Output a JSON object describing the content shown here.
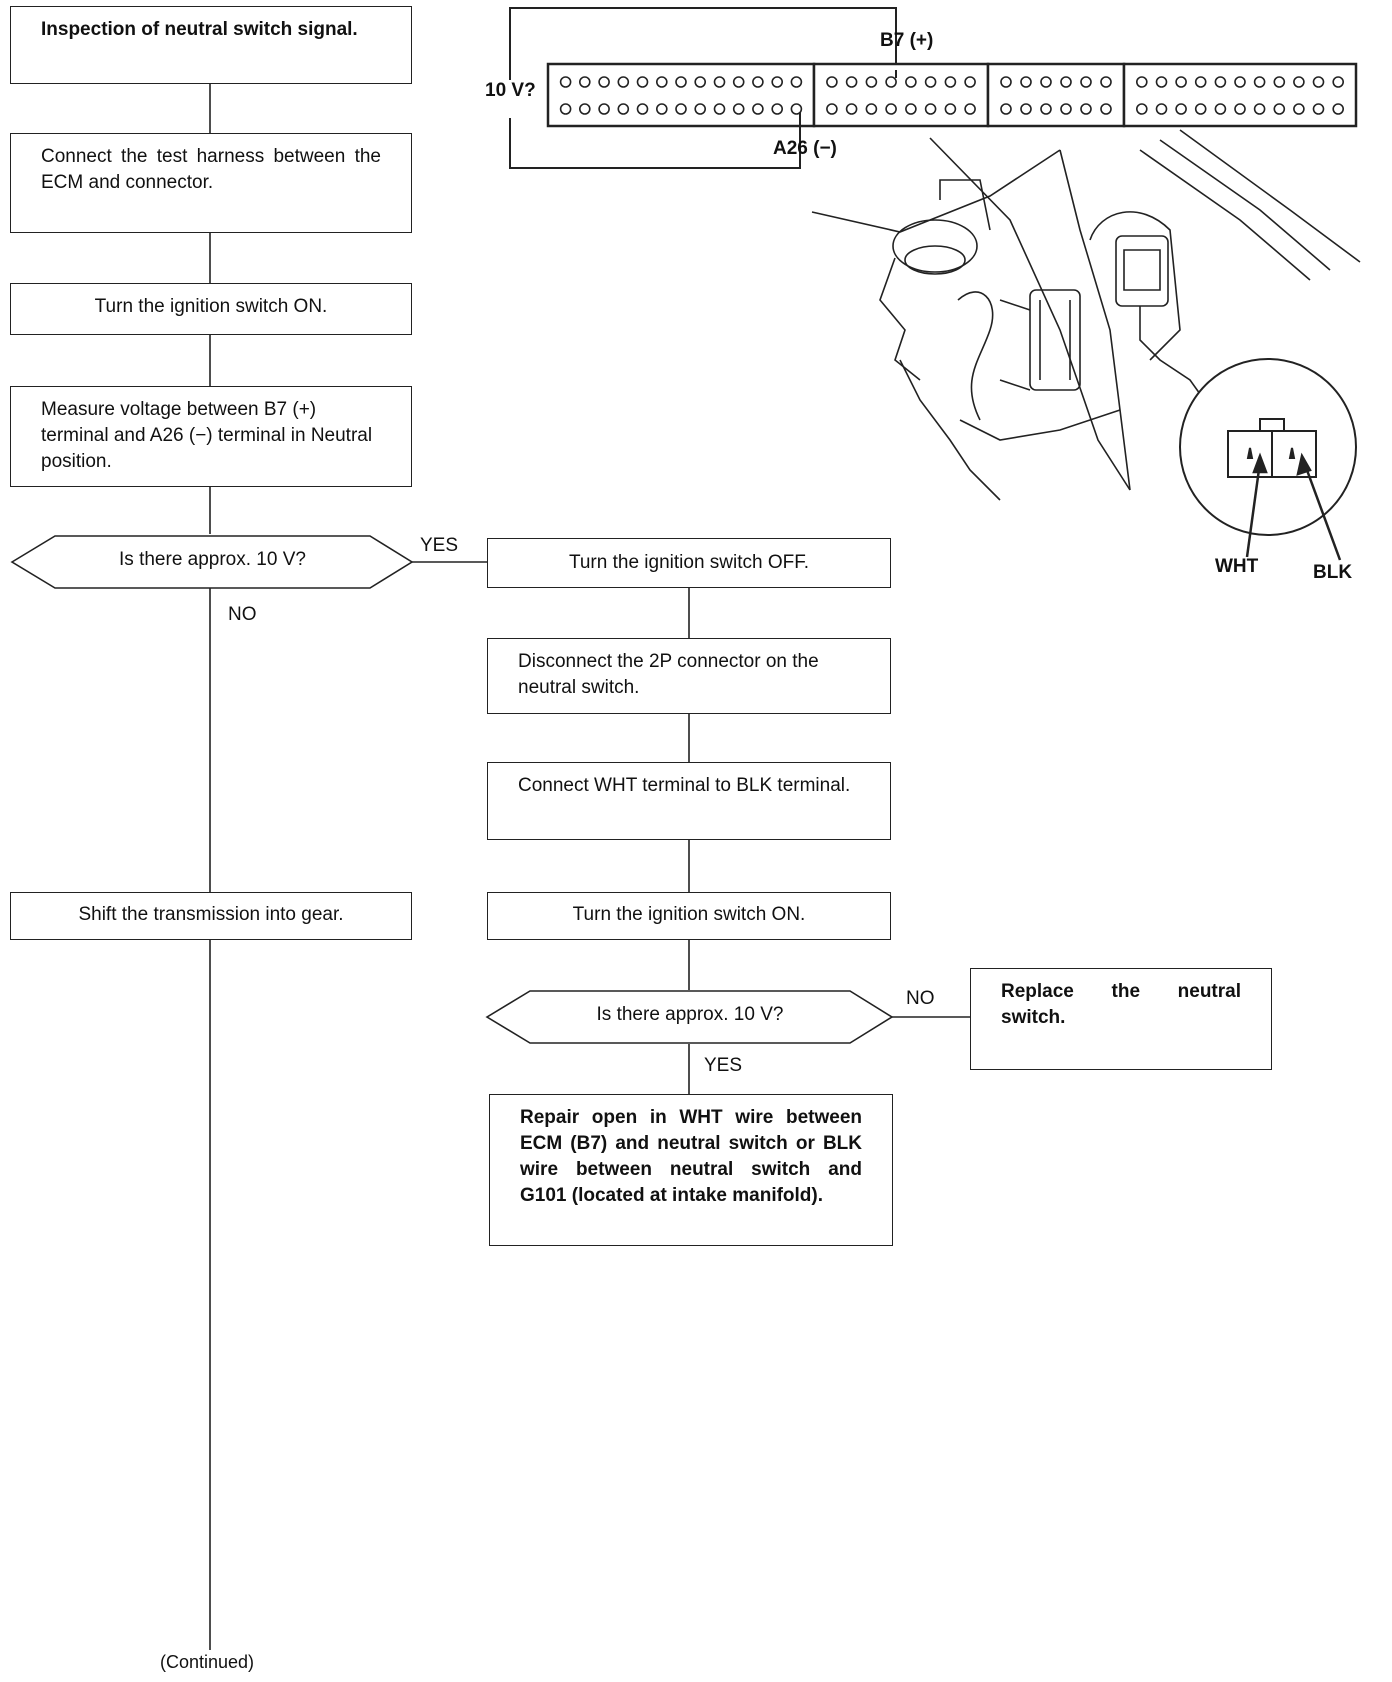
{
  "flow_left": {
    "start": "Inspection of neutral switch signal.",
    "connect_harness": "Connect the test harness between the ECM and connector.",
    "ignition_on_1": "Turn the ignition switch ON.",
    "measure_voltage": "Measure voltage between B7 (+) terminal and A26 (−) terminal in Neutral position.",
    "decision_1": "Is there approx. 10 V?",
    "decision_1_yes": "YES",
    "decision_1_no": "NO",
    "shift_gear": "Shift the transmission into gear.",
    "continued": "(Continued)"
  },
  "flow_right": {
    "ignition_off": "Turn the ignition switch OFF.",
    "disconnect": "Disconnect the 2P connector on the neutral switch.",
    "connect_terminals": "Connect WHT terminal to BLK terminal.",
    "ignition_on_2": "Turn the ignition switch ON.",
    "decision_2": "Is there approx. 10 V?",
    "decision_2_no": "NO",
    "decision_2_yes": "YES",
    "replace": "Replace the neutral switch.",
    "repair": "Repair open in WHT wire between ECM (B7) and neutral switch or BLK wire between neutral switch and G101 (located at intake manifold)."
  },
  "illustration": {
    "b7_label": "B7 (+)",
    "a26_label": "A26 (−)",
    "voltage_label": "10 V?",
    "wht_label": "WHT",
    "blk_label": "BLK"
  }
}
